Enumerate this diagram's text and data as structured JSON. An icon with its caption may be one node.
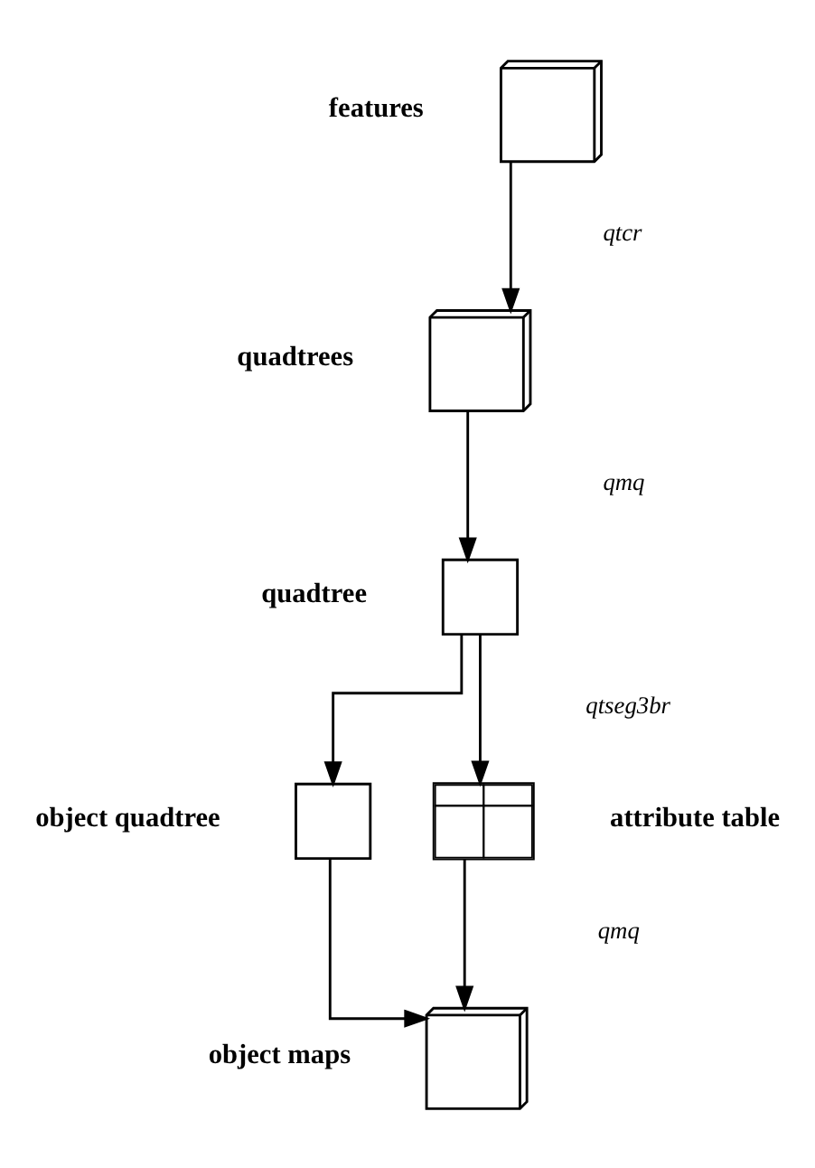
{
  "diagram": {
    "nodes": [
      {
        "text": [],
        "shape": "stack",
        "beside": [
          "features"
        ]
      },
      {
        "text": [],
        "shape": "stack",
        "beside": [
          "quadtrees"
        ]
      },
      {
        "text": [],
        "shape": "box",
        "beside": [
          "quadtree"
        ]
      },
      {
        "text": [],
        "shape": "box",
        "beside": [
          "object quadtree"
        ]
      },
      {
        "text": [],
        "shape": "table",
        "beside": [
          "attribute table"
        ]
      },
      {
        "text": [],
        "shape": "stack",
        "beside": [
          "object maps"
        ]
      }
    ],
    "edges": [
      {
        "from": 0,
        "to": 1,
        "arrow": "to"
      },
      {
        "from": 1,
        "to": 2,
        "arrow": "to"
      },
      {
        "from": 2,
        "to": 3,
        "arrow": "to"
      },
      {
        "from": 2,
        "to": 4,
        "arrow": "to"
      },
      {
        "from": 3,
        "to": 5,
        "arrow": "to"
      },
      {
        "from": 4,
        "to": 5,
        "arrow": "to"
      }
    ],
    "labels": [
      "qtcr",
      "qmq",
      "qtseg3br",
      "qmq"
    ]
  }
}
